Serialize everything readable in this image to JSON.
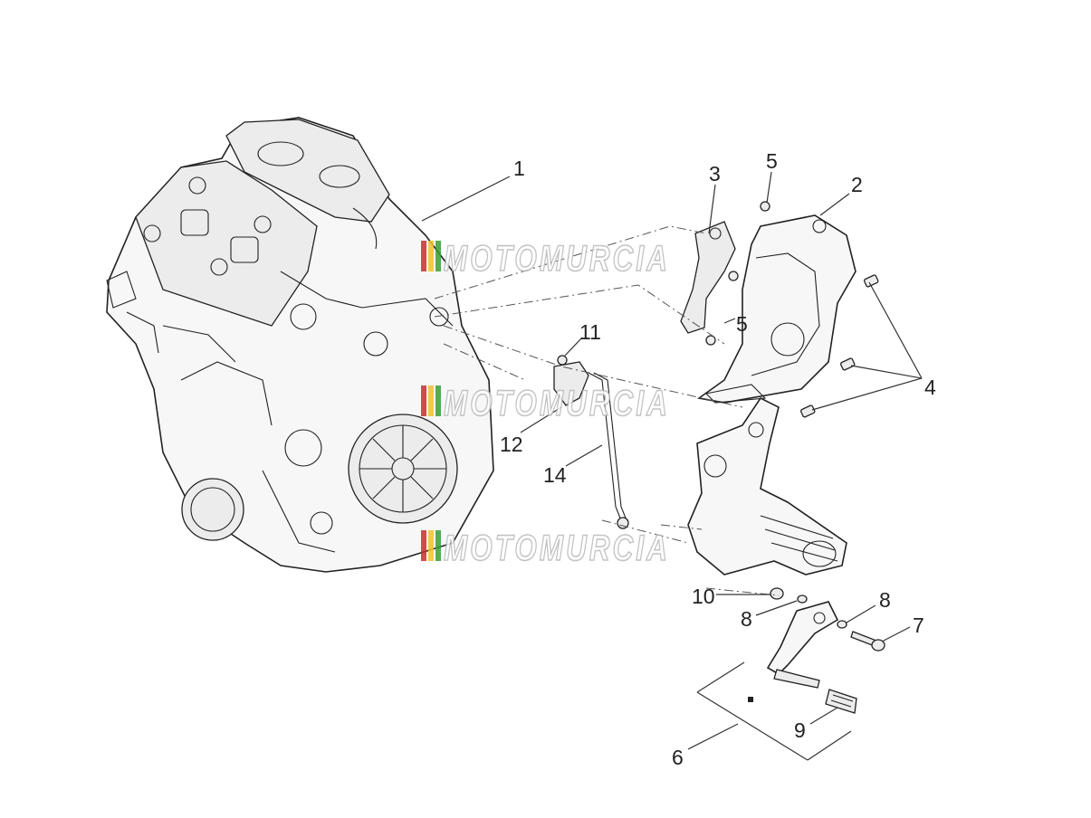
{
  "callouts": [
    "1",
    "2",
    "3",
    "4",
    "5",
    "5",
    "6",
    "7",
    "8",
    "8",
    "9",
    "10",
    "11",
    "12",
    "14"
  ],
  "watermark": "MOTOMURCIA",
  "watermark_colors": [
    "#d22b2b",
    "#f2c230",
    "#3a9d3a"
  ]
}
